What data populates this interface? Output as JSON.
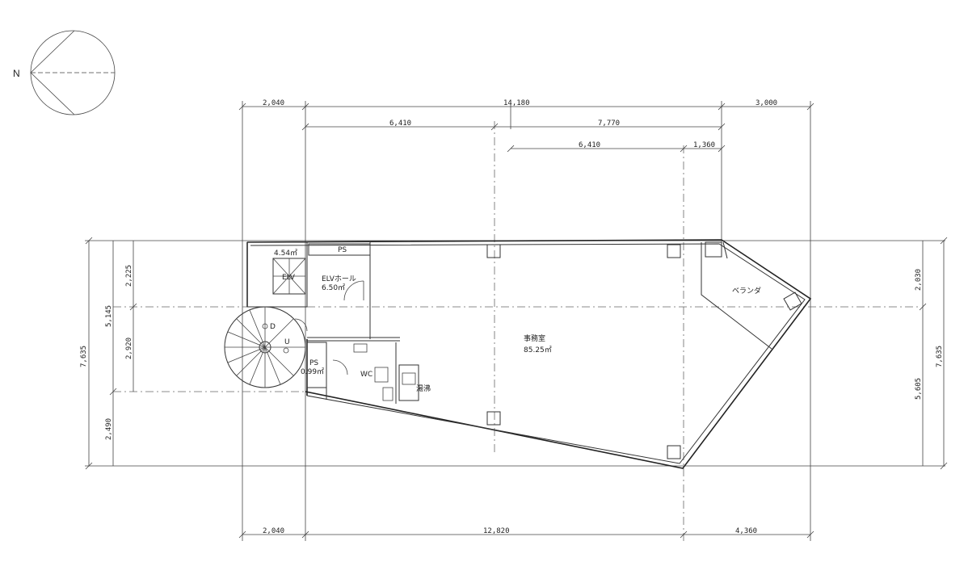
{
  "north_label": "N",
  "dimensions": {
    "top_outer_left": "2,040",
    "top_outer_middle": "14,180",
    "top_outer_right": "3,000",
    "top_inner_left": "6,410",
    "top_inner_right": "7,770",
    "top_sub_middle": "6,410",
    "top_sub_right": "1,360",
    "bottom_left": "2,040",
    "bottom_middle": "12,820",
    "bottom_right": "4,360",
    "left_total": "7,635",
    "left_mid": "5,145",
    "left_top": "2,225",
    "left_center": "2,920",
    "left_bottom": "2,490",
    "right_total": "7,635",
    "right_top": "2,030",
    "right_bottom": "5,605"
  },
  "rooms": {
    "area_top_left": "4.54㎡",
    "ps_top": "PS",
    "elevator": "ELV",
    "elv_hall": "ELVホール",
    "elv_hall_area": "6.50㎡",
    "stair_down": "D",
    "stair_up": "U",
    "ps_left": "PS",
    "ps_left_area": "0.99㎡",
    "wc": "WC",
    "kitchenette": "湯沸",
    "office": "事務室",
    "office_area": "85.25㎡",
    "veranda": "ベランダ"
  }
}
